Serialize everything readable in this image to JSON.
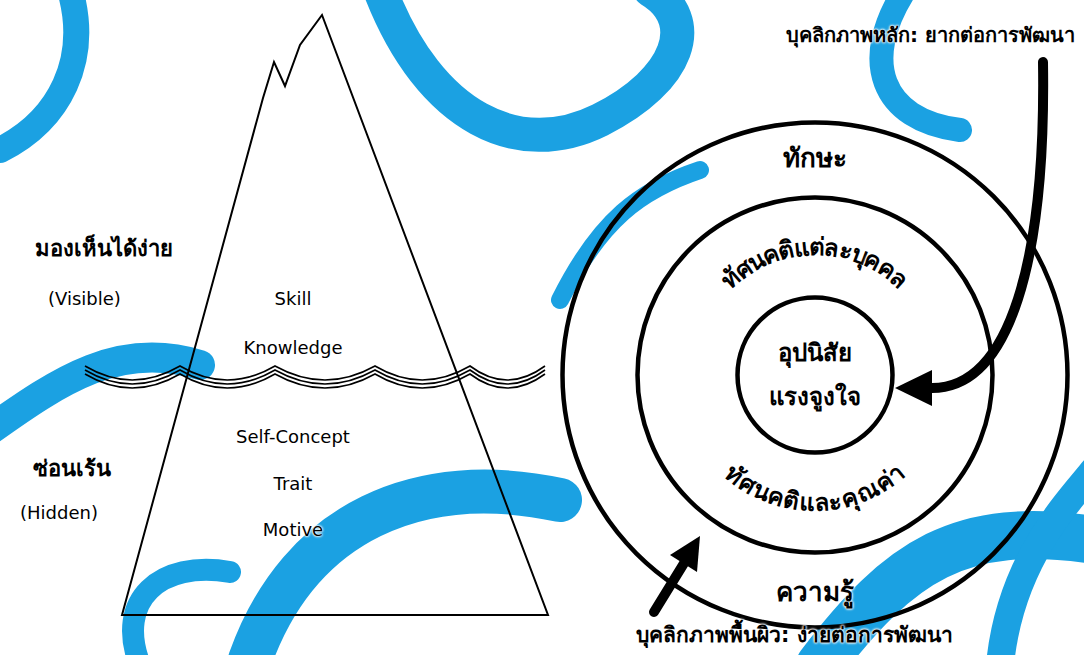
{
  "diagram": {
    "nodes": [
      {
        "text": [
          "Skill",
          "Knowledge",
          "Self-Concept",
          "Trait",
          "Motive"
        ]
      },
      {
        "text": [
          "ทักษะ",
          "ความรู้"
        ]
      },
      {
        "text": [
          "ทัศนคติแต่ละบุคคล",
          "ทัศนคติและคุณค่า"
        ],
        "in": 1
      },
      {
        "text": [
          "อุปนิสัย",
          "แรงจูงใจ"
        ],
        "in": 2
      }
    ],
    "labels": [
      "บุคลิกภาพหลัก: ยากต่อการพัฒนา",
      "มองเห็นได้ง่าย",
      "(Visible)",
      "ซ่อนเร้น",
      "(Hidden)",
      "บุคลิกภาพพื้นผิว: ง่ายต่อการพัฒนา"
    ]
  }
}
